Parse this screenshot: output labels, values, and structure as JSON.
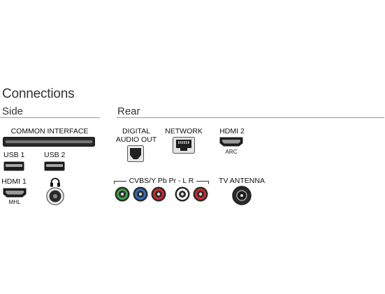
{
  "title": "Connections",
  "sections": {
    "side": "Side",
    "rear": "Rear"
  },
  "side": {
    "common_interface": "COMMON INTERFACE",
    "usb1": "USB 1",
    "usb2": "USB 2",
    "hdmi1": "HDMI 1",
    "hdmi1_sub": "MHL"
  },
  "rear": {
    "digital_audio_out_line1": "DIGITAL",
    "digital_audio_out_line2": "AUDIO OUT",
    "network": "NETWORK",
    "hdmi2": "HDMI 2",
    "hdmi2_sub": "ARC",
    "cvbs": "CVBS/Y Pb Pr - L R",
    "tv_antenna": "TV ANTENNA"
  },
  "colors": {
    "component_y": "#3aa24a",
    "component_pb": "#2f6fc0",
    "component_pr": "#d2282e",
    "audio_l": "#ffffff",
    "audio_r": "#d2282e"
  }
}
